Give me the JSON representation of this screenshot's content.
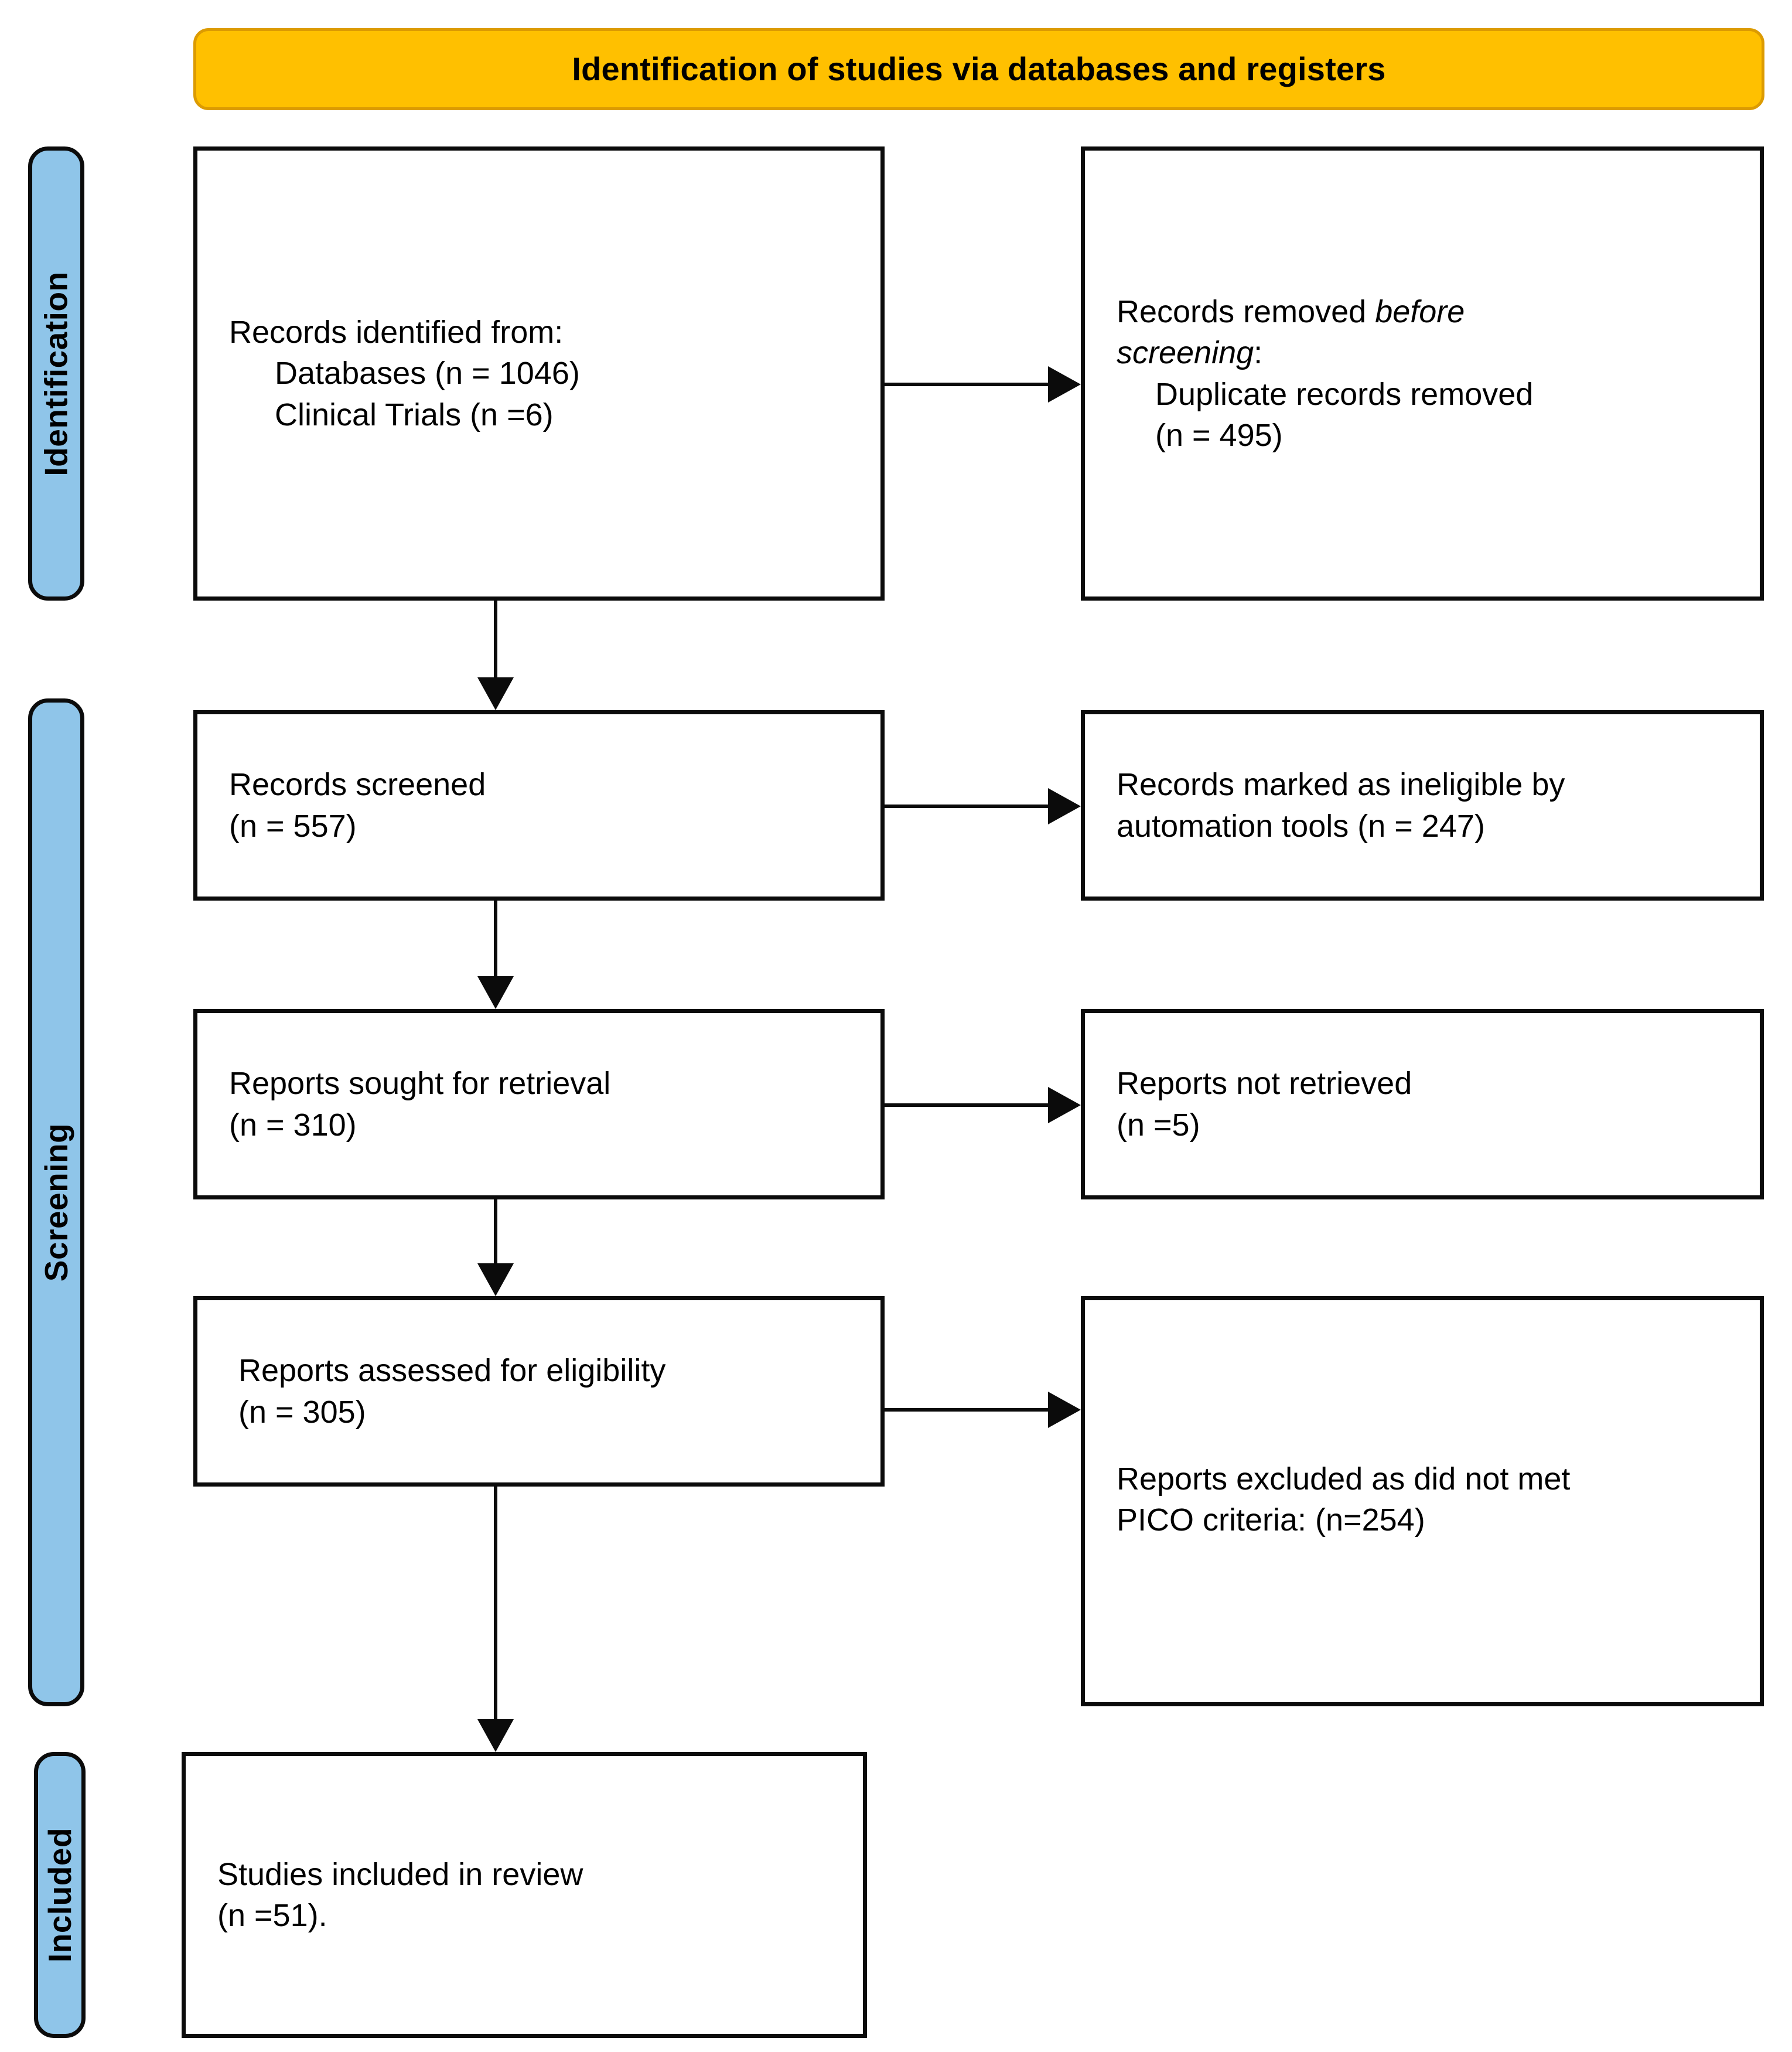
{
  "diagram": {
    "title": "Identification of studies via databases and registers",
    "colors": {
      "banner_fill": "#FFC000",
      "banner_border": "#DC9B02",
      "stage_fill": "#8FC5E9",
      "line": "#0b0b0b",
      "box_fill": "#FFFFFF"
    }
  },
  "stages": [
    {
      "id": "identification",
      "label": "Identification"
    },
    {
      "id": "screening",
      "label": "Screening"
    },
    {
      "id": "included",
      "label": "Included"
    }
  ],
  "boxes": {
    "identified": {
      "line1": "Records identified from:",
      "line2": "Databases (n = 1046)",
      "line3": "Clinical Trials (n =6)"
    },
    "removed": {
      "line1_prefix": "Records removed ",
      "line1_italic": "before",
      "line2_italic": "screening",
      "line2_suffix": ":",
      "line3": "Duplicate records removed",
      "line4": "(n = 495)"
    },
    "screened": {
      "line1": "Records screened",
      "line2": "(n = 557)"
    },
    "ineligible": {
      "line1": "Records marked as ineligible by",
      "line2": "automation tools (n = 247)"
    },
    "sought": {
      "line1": "Reports sought for retrieval",
      "line2": "(n = 310)"
    },
    "not_retrieved": {
      "line1": "Reports not retrieved",
      "line2": "(n =5)"
    },
    "assessed": {
      "line1": "Reports assessed for eligibility",
      "line2": "(n = 305)"
    },
    "excluded": {
      "line1": "Reports excluded as did not met",
      "line2": "PICO criteria: (n=254)"
    },
    "included": {
      "line1": "Studies included in review",
      "line2": "(n =51)."
    }
  },
  "counts": {
    "databases": 1046,
    "clinical_trials": 6,
    "duplicates_removed": 495,
    "records_screened": 557,
    "marked_ineligible_automation": 247,
    "reports_sought": 310,
    "reports_not_retrieved": 5,
    "reports_assessed": 305,
    "reports_excluded_pico": 254,
    "studies_included": 51
  }
}
